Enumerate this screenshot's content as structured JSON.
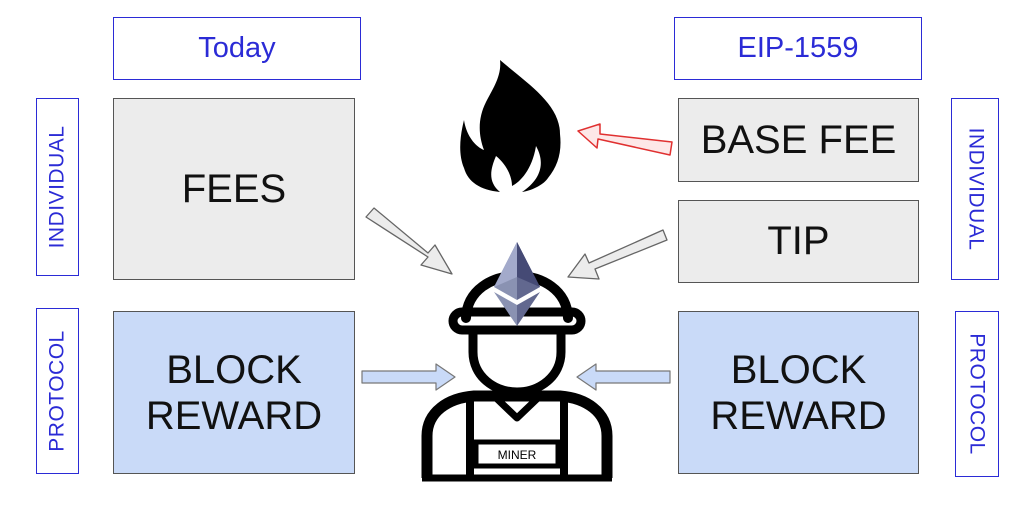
{
  "headers": {
    "left": "Today",
    "right": "EIP-1559"
  },
  "side_labels": {
    "left_top": "INDIVIDUAL",
    "left_bottom": "PROTOCOL",
    "right_top": "INDIVIDUAL",
    "right_bottom": "PROTOCOL"
  },
  "boxes": {
    "fees": "FEES",
    "block_reward_left_line1": "BLOCK",
    "block_reward_left_line2": "REWARD",
    "base_fee": "BASE FEE",
    "tip": "TIP",
    "block_reward_right_line1": "BLOCK",
    "block_reward_right_line2": "REWARD"
  },
  "miner": {
    "badge": "MINER"
  },
  "icons": [
    "fire-icon",
    "ethereum-icon",
    "miner-icon"
  ],
  "colors": {
    "accent_blue": "#2b2bd6",
    "gray_box": "#ececec",
    "blue_box": "#c9daf8",
    "burn_arrow": "#e03030"
  }
}
